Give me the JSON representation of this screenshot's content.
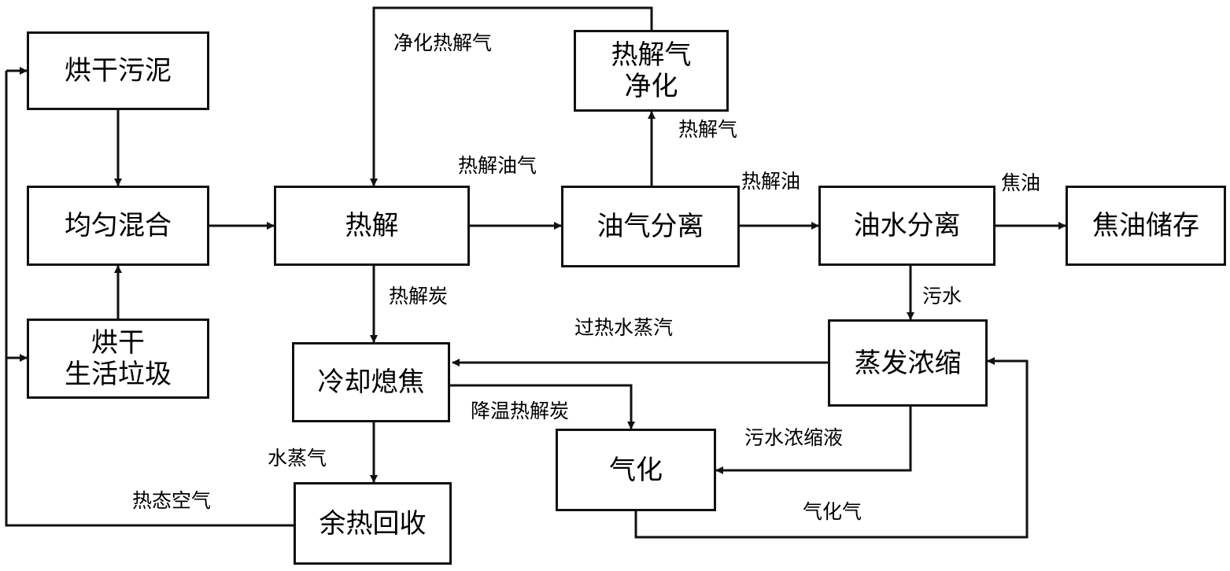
{
  "nodes": {
    "dried_sludge": "烘干污泥",
    "mixing": "均匀混合",
    "dried_waste_line1": "烘干",
    "dried_waste_line2": "生活垃圾",
    "pyrolysis": "热解",
    "oil_gas_separation": "油气分离",
    "gas_purification_line1": "热解气",
    "gas_purification_line2": "净化",
    "oil_water_separation": "油水分离",
    "tar_storage": "焦油储存",
    "cooling_quench": "冷却熄焦",
    "evaporation": "蒸发浓缩",
    "gasification": "气化",
    "heat_recovery": "余热回收"
  },
  "edge_labels": {
    "purified_gas": "净化热解气",
    "pyrolysis_gas": "热解气",
    "pyrolysis_oil_gas": "热解油气",
    "pyrolysis_oil": "热解油",
    "tar": "焦油",
    "pyrolysis_char": "热解炭",
    "wastewater": "污水",
    "superheated_steam": "过热水蒸汽",
    "cooled_char": "降温热解炭",
    "concentrate": "污水浓缩液",
    "steam": "水蒸气",
    "hot_air": "热态空气",
    "syngas": "气化气"
  },
  "colors": {
    "line": "#111111",
    "text": "#000000",
    "background": "#ffffff"
  }
}
